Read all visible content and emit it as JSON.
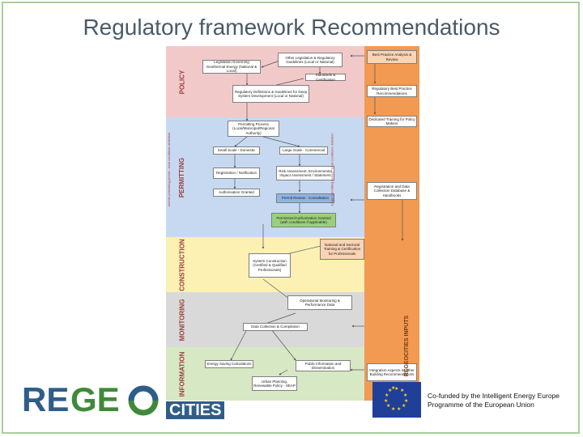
{
  "slide": {
    "title": "Regulatory framework Recommendations"
  },
  "bands": [
    {
      "label": "POLICY",
      "color": "#f2c9c9"
    },
    {
      "label": "PERMITTING",
      "color": "#c6d9f1"
    },
    {
      "label": "CONSTRUCTION",
      "color": "#fdf0b3"
    },
    {
      "label": "MONITORING",
      "color": "#d9d9d9"
    },
    {
      "label": "INFORMATION",
      "color": "#d7e8c4"
    }
  ],
  "boxes": {
    "other_legislation": "Other Legislation & Regulatory Guidelines (Local or National)",
    "legislation_governing": "Legislation Governing Geothermal Energy (National & Local)",
    "standards": "Standards & Certification",
    "regulatory_definitions": "Regulatory Definitions & Guidelines for Deep System Development (Local or National)",
    "best_practice_analysis": "Best Practice Analysis & Review",
    "regulatory_best_practice": "Regulatory Best Practice Recommendations",
    "dedicated_training": "Dedicated Training for Policy Makers",
    "permitting_process": "Permitting Process (Local/Municipal/Regional Authority)",
    "small_scale": "Small Scale - Domestic",
    "large_scale": "Large Scale - Commercial",
    "registration": "Registration / Notification",
    "risk_assessment": "Risk Assessment, Environmental Impact Assessment / Statement",
    "authorization_granted": "Authorisation Granted",
    "permit_review": "Permit Review - Consultation",
    "permission_granted": "Permission/Authorisation Granted (with conditions if applicable)",
    "registration_database": "Registration and Data Collection Database & Handbooks",
    "national_training": "National and Sectoral Training & Certification for Professionals",
    "system_construction": "System Construction (Certified & Qualified Professionals)",
    "operational_monitoring": "Operational Monitoring & Performance Data",
    "data_collection": "Data Collection & Compilation",
    "energy_saving": "Energy Saving Calculations",
    "public_information": "Public Information and Dissemination",
    "integration_aspects": "Integration Aspects in Other Building Recommendations",
    "urban_planning": "Urban Planning, Renewable Policy - SEAP"
  },
  "side_labels": {
    "left": "shorter permitting period - local conditions definition",
    "right": "longer permitting period - local conditions definition"
  },
  "inputs_label": "REGEOCITIES INPUTS",
  "logo": {
    "part1": "RE",
    "part2": "GE",
    "part3": "CITIES"
  },
  "eu": {
    "text": "Co-funded by the Intelligent Energy Europe Programme of the European Union"
  }
}
